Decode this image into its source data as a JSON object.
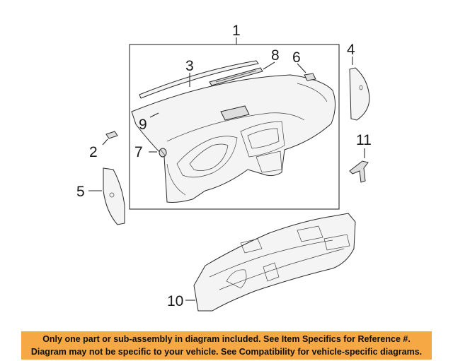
{
  "callouts": {
    "c1": "1",
    "c2": "2",
    "c3": "3",
    "c4": "4",
    "c5": "5",
    "c6": "6",
    "c7": "7",
    "c8": "8",
    "c9": "9",
    "c10": "10",
    "c11": "11"
  },
  "highlight_color": "#e8952c",
  "notice": {
    "background": "#f5a844",
    "line1": "Only one part or sub-assembly in diagram included. See Item Specifics for Reference #.",
    "line2": "Diagram may not be specific to your vehicle. See Compatibility for vehicle-specific diagrams."
  }
}
